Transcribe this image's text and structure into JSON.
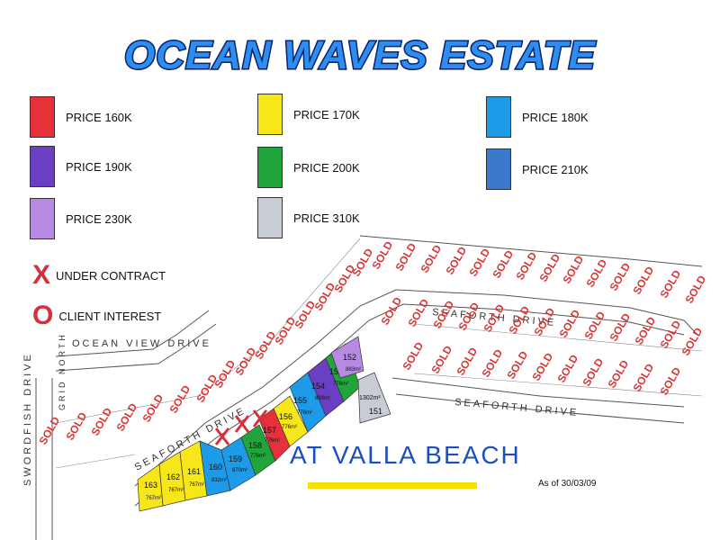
{
  "title": "OCEAN WAVES ESTATE",
  "legend": [
    {
      "label": "PRICE  160K",
      "color": "#e8303a"
    },
    {
      "label": "PRICE  190K",
      "color": "#6a3fc4"
    },
    {
      "label": "PRICE  230K",
      "color": "#b98ae4"
    },
    {
      "label": "PRICE  170K",
      "color": "#f7e61a"
    },
    {
      "label": "PRICE  200K",
      "color": "#1fa53a"
    },
    {
      "label": "PRICE  310K",
      "color": "#c8ccd4"
    },
    {
      "label": "PRICE 180K",
      "color": "#1d9be8"
    },
    {
      "label": "PRICE 210K",
      "color": "#3a79cc"
    }
  ],
  "status_markers": [
    {
      "symbol": "X",
      "label": "UNDER CONTRACT"
    },
    {
      "symbol": "O",
      "label": "CLIENT INTEREST"
    }
  ],
  "roads": [
    "OCEAN VIEW DRIVE",
    "SEAFORTH DRIVE",
    "SEAFORTH DRIVE",
    "SEAFORTH DRIVE",
    "SWORDFISH DRIVE",
    "GRID NORTH"
  ],
  "lots": [
    {
      "number": "163",
      "area": "767m²",
      "color": "#f7e61a"
    },
    {
      "number": "162",
      "area": "767m²",
      "color": "#f7e61a"
    },
    {
      "number": "161",
      "area": "767m²",
      "color": "#f7e61a"
    },
    {
      "number": "160",
      "area": "832m²",
      "color": "#1d9be8"
    },
    {
      "number": "159",
      "area": "870m²",
      "color": "#1d9be8"
    },
    {
      "number": "158",
      "area": "776m²",
      "color": "#1fa53a"
    },
    {
      "number": "157",
      "area": "776m²",
      "color": "#e8303a"
    },
    {
      "number": "156",
      "area": "776m²",
      "color": "#f7e61a"
    },
    {
      "number": "155",
      "area": "776m²",
      "color": "#1d9be8"
    },
    {
      "number": "154",
      "area": "893m²",
      "color": "#6a3fc4"
    },
    {
      "number": "153",
      "area": "776m²",
      "color": "#1fa53a"
    },
    {
      "number": "152",
      "area": "883m²",
      "color": "#b98ae4"
    },
    {
      "number": "151",
      "area": "1302m²",
      "color": "#c8ccd4"
    }
  ],
  "sold_label": "SOLD",
  "subtitle": "AT VALLA BEACH",
  "as_of": "As of  30/03/09"
}
